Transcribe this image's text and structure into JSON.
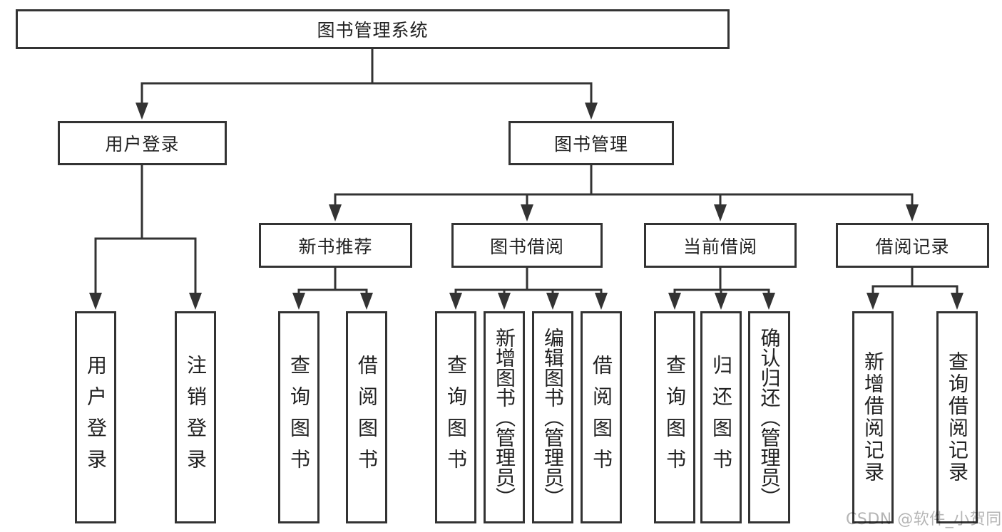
{
  "diagram": {
    "title": "图书管理系统",
    "root": {
      "label": "图书管理系统"
    },
    "level2": [
      {
        "label": "用户登录"
      },
      {
        "label": "图书管理"
      }
    ],
    "level3": [
      {
        "label": "新书推荐"
      },
      {
        "label": "图书借阅"
      },
      {
        "label": "当前借阅"
      },
      {
        "label": "借阅记录"
      }
    ],
    "leaves": [
      {
        "label": "用户登录"
      },
      {
        "label": "注销登录"
      },
      {
        "label": "查询图书"
      },
      {
        "label": "借阅图书"
      },
      {
        "label": "查询图书"
      },
      {
        "label": "新增图书（管理员）"
      },
      {
        "label": "编辑图书（管理员）"
      },
      {
        "label": "借阅图书"
      },
      {
        "label": "查询图书"
      },
      {
        "label": "归还图书"
      },
      {
        "label": "确认归还（管理员）"
      },
      {
        "label": "新增借阅记录"
      },
      {
        "label": "查询借阅记录"
      }
    ],
    "colors": {
      "line": "#333333",
      "text": "#222222",
      "box_fill": "#ffffff",
      "watermark": "#b5b5b5"
    }
  },
  "watermark": {
    "text": "CSDN @软件_小贺同学"
  }
}
